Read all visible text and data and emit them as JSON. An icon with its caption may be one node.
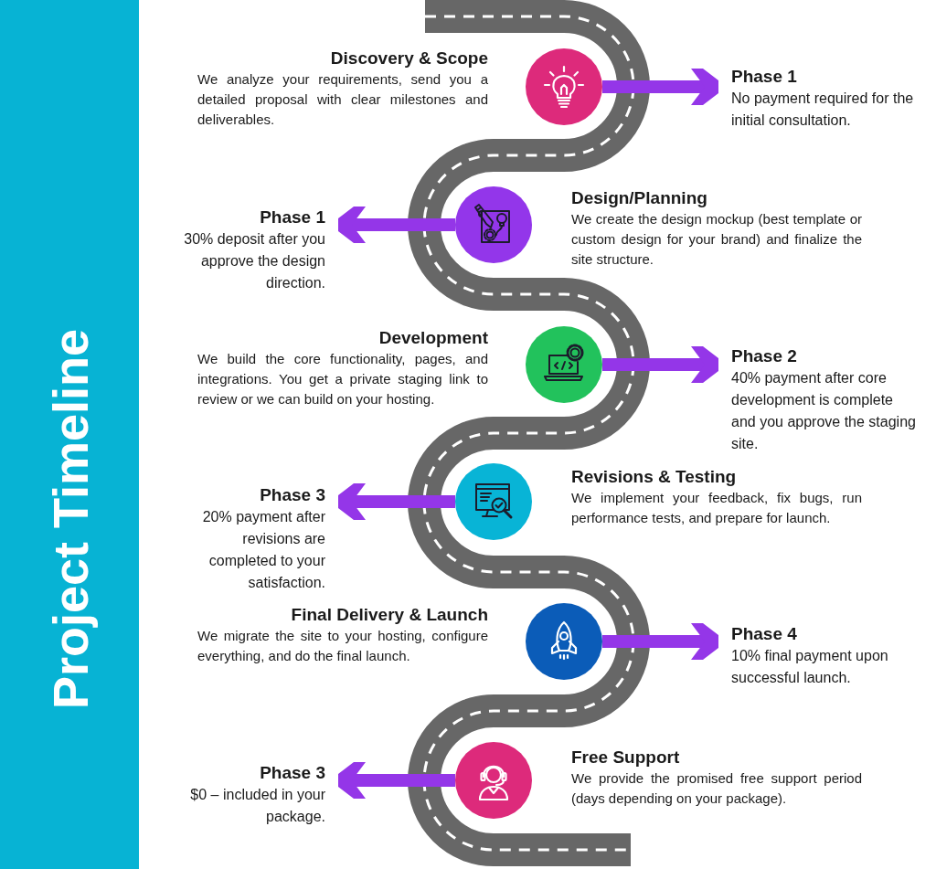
{
  "diagram": {
    "title": "Project Timeline",
    "nodes": [
      {
        "text": [],
        "shape": "circle",
        "beside": [
          "Discovery & Scope",
          "We analyze your requirements, send you a detailed proposal with clear milestones and deliverables."
        ]
      },
      {
        "text": [
          "Phase 1",
          "No payment required for the initial consultation."
        ]
      },
      {
        "text": [],
        "shape": "circle",
        "beside": [
          "Design/Planning",
          "We create the design mockup (best template or custom design for your brand) and finalize the site structure."
        ]
      },
      {
        "text": [
          "Phase 1",
          "30% deposit after you approve the design direction."
        ]
      },
      {
        "text": [],
        "shape": "circle",
        "beside": [
          "Development",
          "We build the core functionality, pages, and integrations. You get a private staging link to review or we can build on your hosting."
        ]
      },
      {
        "text": [
          "Phase 2",
          "40% payment after core development is complete and you approve the staging site."
        ]
      },
      {
        "text": [],
        "shape": "circle",
        "beside": [
          "Revisions & Testing",
          "We implement your feedback, fix bugs, run performance tests, and prepare for launch."
        ]
      },
      {
        "text": [
          "Phase 3",
          "20% payment after revisions are completed to your satisfaction."
        ]
      },
      {
        "text": [],
        "shape": "circle",
        "beside": [
          "Final Delivery & Launch",
          "We migrate the site to your hosting, configure everything, and do the final launch."
        ]
      },
      {
        "text": [
          "Phase 4",
          "10% final payment upon successful launch."
        ]
      },
      {
        "text": [],
        "shape": "circle",
        "beside": [
          "Free Support",
          "We provide the promised free support period (days depending on your package)."
        ]
      },
      {
        "text": [
          "Phase 3",
          "$0 – included in your package."
        ]
      }
    ],
    "edges": [
      {
        "from": 0,
        "to": 1,
        "arrow": "to"
      },
      {
        "from": 2,
        "to": 3,
        "arrow": "to"
      },
      {
        "from": 4,
        "to": 5,
        "arrow": "to"
      },
      {
        "from": 6,
        "to": 7,
        "arrow": "to"
      },
      {
        "from": 8,
        "to": 9,
        "arrow": "to"
      },
      {
        "from": 10,
        "to": 11,
        "arrow": "to"
      }
    ]
  }
}
